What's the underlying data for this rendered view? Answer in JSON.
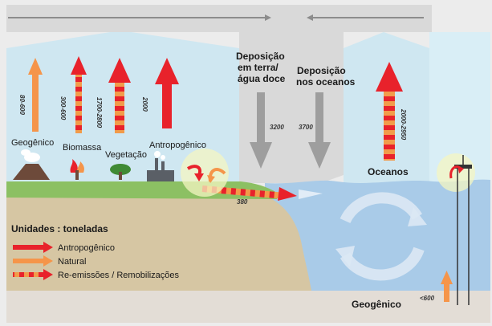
{
  "sources": {
    "geogenic_label": "Geogênico",
    "biomass_label": "Biomassa",
    "vegetation_label": "Vegetação",
    "anthropogenic_label": "Antropogênico"
  },
  "flows": {
    "geogenic_emission": "80-600",
    "biomass_emission": "300-600",
    "vegetation_emission": "1700-2800",
    "anthropogenic_emission": "2000",
    "deposition_land": "3200",
    "deposition_ocean": "3700",
    "ocean_emission": "2000-2950",
    "river_transport": "380",
    "geogenic_ocean": "<600"
  },
  "deposition": {
    "land_label_1": "Deposição",
    "land_label_2": "em terra/",
    "land_label_3": "água doce",
    "ocean_label_1": "Deposição",
    "ocean_label_2": "nos oceanos"
  },
  "ocean_label": "Oceanos",
  "seabed_label": "Geogênico",
  "legend": {
    "title": "Unidades : toneladas",
    "anthropogenic": "Antropogênico",
    "natural": "Natural",
    "reemissions": "Re-emissões / Remobilizações"
  },
  "colors": {
    "anthropogenic": "#e8222b",
    "natural": "#f5954a",
    "reemission_stripe": "#f29b4a",
    "sky": "#cfe7f1",
    "atmosphere_band": "#d9d9d9",
    "deposition_arrow": "#9e9e9e",
    "land": "#d6c6a3",
    "grass": "#8cc063",
    "ocean": "#a9cbe8",
    "seabed": "#e3ddd6"
  }
}
